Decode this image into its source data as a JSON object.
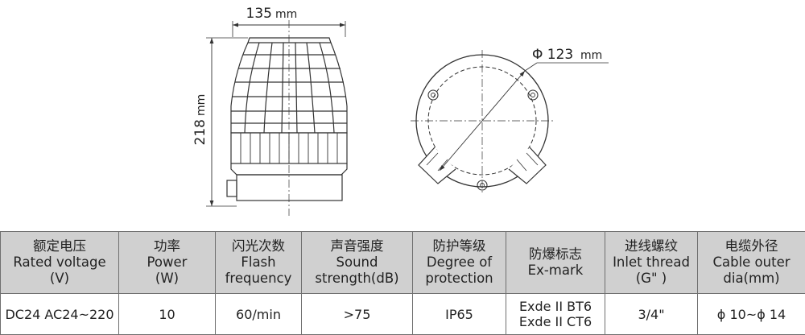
{
  "drawing": {
    "width_dim": {
      "value": "135",
      "unit": "mm"
    },
    "height_dim": {
      "value": "218",
      "unit": "mm"
    },
    "diameter_dim": {
      "value": "Φ 123",
      "unit": "mm"
    }
  },
  "table": {
    "header": [
      {
        "zh": "额定电压",
        "en1": "Rated voltage",
        "en2": "(V)"
      },
      {
        "zh": "功率",
        "en1": "Power",
        "en2": "(W)"
      },
      {
        "zh": "闪光次数",
        "en1": "Flash",
        "en2": "frequency"
      },
      {
        "zh": "声音强度",
        "en1": "Sound",
        "en2": "strength(dB)"
      },
      {
        "zh": "防护等级",
        "en1": "Degree of",
        "en2": "protection"
      },
      {
        "zh": "防爆标志",
        "en1": "Ex-mark",
        "en2": ""
      },
      {
        "zh": "进线螺纹",
        "en1": "Inlet thread",
        "en2": "(G\" )"
      },
      {
        "zh": "电缆外径",
        "en1": "Cable outer",
        "en2": "dia(mm)"
      }
    ],
    "row": [
      {
        "l1": "DC24 AC24~220",
        "l2": ""
      },
      {
        "l1": "10",
        "l2": ""
      },
      {
        "l1": "60/min",
        "l2": ""
      },
      {
        "l1": ">75",
        "l2": ""
      },
      {
        "l1": "IP65",
        "l2": ""
      },
      {
        "l1": "Exde II BT6",
        "l2": "Exde II CT6"
      },
      {
        "l1": "3/4\"",
        "l2": ""
      },
      {
        "l1": "ϕ 10~ϕ 14",
        "l2": ""
      }
    ]
  }
}
